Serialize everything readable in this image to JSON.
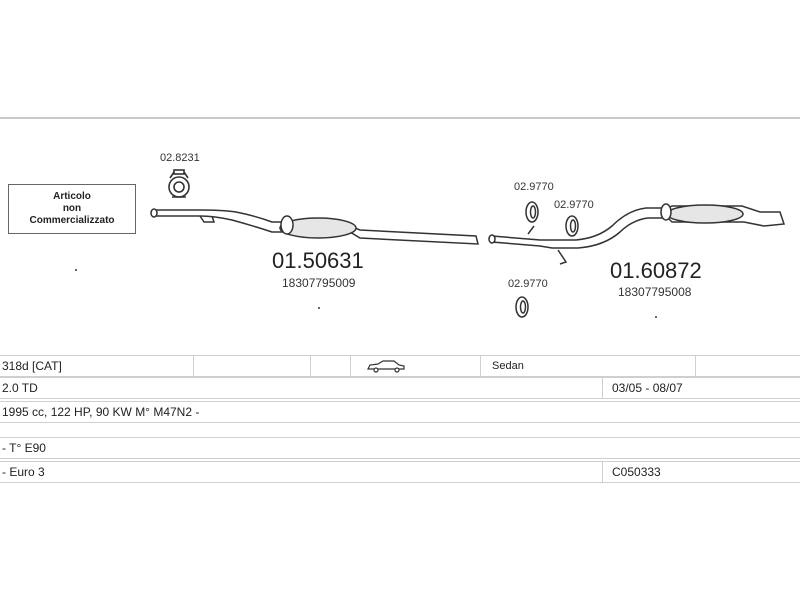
{
  "diagram": {
    "note_lines": [
      "Articolo",
      "non",
      "Commercializzato"
    ],
    "parts": {
      "clamp_top": "02.8231",
      "rear_section_code": "01.50631",
      "rear_section_oem": "18307795009",
      "gasket_a": "02.9770",
      "gasket_b": "02.9770",
      "gasket_c": "02.9770",
      "muffler_code": "01.60872",
      "muffler_oem": "18307795008"
    }
  },
  "table": {
    "rows": [
      {
        "model": "318d  [CAT]",
        "body_icon": "car-sedan-icon",
        "body": "Sedan"
      },
      {
        "engine": "2.0 TD",
        "period": "03/05 - 08/07"
      },
      {
        "specs": "1995 cc, 122 HP, 90 KW M° M47N2 -"
      },
      {
        "type": "- T° E90"
      },
      {
        "emission": "- Euro 3",
        "catalog_code": "C050333"
      }
    ]
  }
}
